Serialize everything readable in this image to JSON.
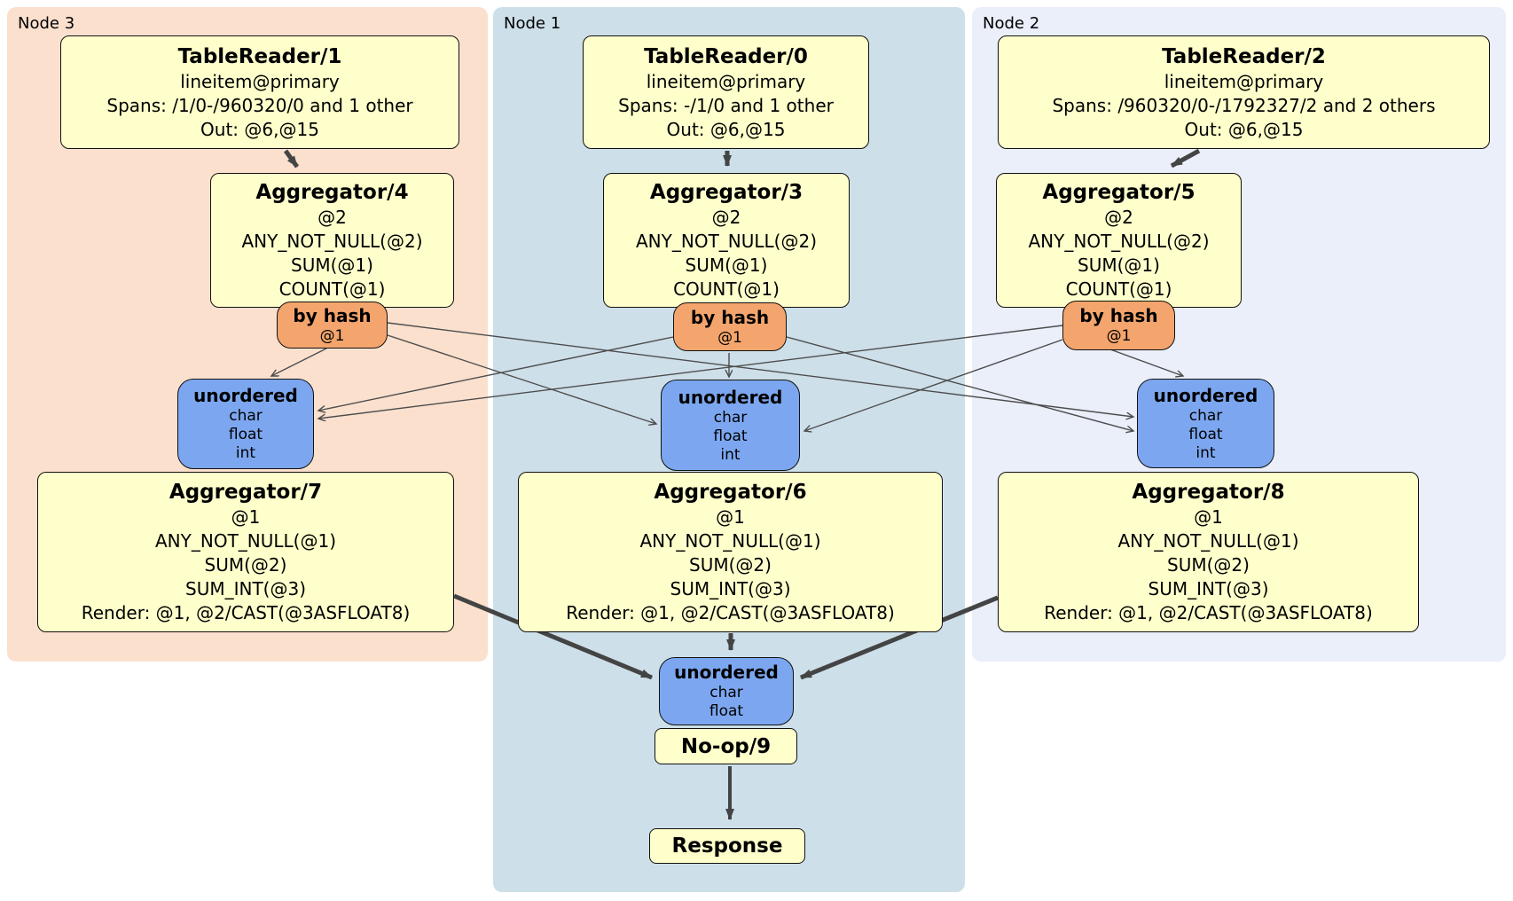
{
  "nodes": [
    {
      "label": "Node 3",
      "table_reader": {
        "title": "TableReader/1",
        "lines": [
          "lineitem@primary",
          "Spans: /1/0-/960320/0 and 1 other",
          "Out: @6,@15"
        ]
      },
      "group_aggregator": {
        "title": "Aggregator/4",
        "lines": [
          "@2",
          "ANY_NOT_NULL(@2)",
          "SUM(@1)",
          "COUNT(@1)"
        ]
      },
      "router": {
        "title": "by hash",
        "detail": "@1"
      },
      "sync": {
        "title": "unordered",
        "types": [
          "char",
          "float",
          "int"
        ]
      },
      "final_aggregator": {
        "title": "Aggregator/7",
        "lines": [
          "@1",
          "ANY_NOT_NULL(@1)",
          "SUM(@2)",
          "SUM_INT(@3)",
          "Render: @1, @2/CAST(@3ASFLOAT8)"
        ]
      }
    },
    {
      "label": "Node 1",
      "table_reader": {
        "title": "TableReader/0",
        "lines": [
          "lineitem@primary",
          "Spans: -/1/0 and 1 other",
          "Out: @6,@15"
        ]
      },
      "group_aggregator": {
        "title": "Aggregator/3",
        "lines": [
          "@2",
          "ANY_NOT_NULL(@2)",
          "SUM(@1)",
          "COUNT(@1)"
        ]
      },
      "router": {
        "title": "by hash",
        "detail": "@1"
      },
      "sync": {
        "title": "unordered",
        "types": [
          "char",
          "float",
          "int"
        ]
      },
      "final_aggregator": {
        "title": "Aggregator/6",
        "lines": [
          "@1",
          "ANY_NOT_NULL(@1)",
          "SUM(@2)",
          "SUM_INT(@3)",
          "Render: @1, @2/CAST(@3ASFLOAT8)"
        ]
      }
    },
    {
      "label": "Node 2",
      "table_reader": {
        "title": "TableReader/2",
        "lines": [
          "lineitem@primary",
          "Spans: /960320/0-/1792327/2 and 2 others",
          "Out: @6,@15"
        ]
      },
      "group_aggregator": {
        "title": "Aggregator/5",
        "lines": [
          "@2",
          "ANY_NOT_NULL(@2)",
          "SUM(@1)",
          "COUNT(@1)"
        ]
      },
      "router": {
        "title": "by hash",
        "detail": "@1"
      },
      "sync": {
        "title": "unordered",
        "types": [
          "char",
          "float",
          "int"
        ]
      },
      "final_aggregator": {
        "title": "Aggregator/8",
        "lines": [
          "@1",
          "ANY_NOT_NULL(@1)",
          "SUM(@2)",
          "SUM_INT(@3)",
          "Render: @1, @2/CAST(@3ASFLOAT8)"
        ]
      }
    }
  ],
  "gateway": {
    "sync": {
      "title": "unordered",
      "types": [
        "char",
        "float"
      ]
    },
    "noop": {
      "title": "No-op/9"
    },
    "response": {
      "title": "Response"
    }
  },
  "colors": {
    "node3_region": "#FBE0CE",
    "node1_region": "#CDDFE9",
    "node2_region": "#EAEFFA",
    "processor_fill": "#FFFFCC",
    "router_fill": "#F4A56D",
    "sync_fill": "#7CA7F0",
    "edge": "#444444"
  }
}
